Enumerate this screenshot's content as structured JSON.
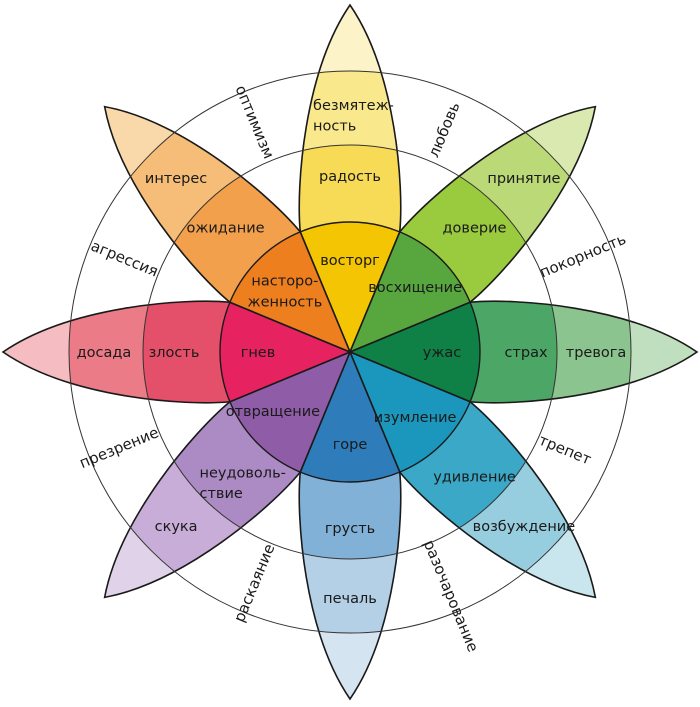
{
  "wheel": {
    "background": "#ffffff",
    "outline_color": "#1a1a1a",
    "ring_color": "#333333",
    "label_color": "#1a1a1a",
    "petals": [
      {
        "name": "joy",
        "angle": 0,
        "labels": {
          "inner": [
            "восторг"
          ],
          "middle": [
            "радость"
          ],
          "outer": [
            "безмятеж-",
            "ность"
          ]
        },
        "colors": {
          "inner": "#F3C502",
          "middle": "#F7DB56",
          "outer": "#FAE98C",
          "tip": "#FCF4C8"
        }
      },
      {
        "name": "trust",
        "angle": 45,
        "labels": {
          "inner": [
            "восхищение"
          ],
          "middle": [
            "доверие"
          ],
          "outer": [
            "принятие"
          ]
        },
        "colors": {
          "inner": "#58A73E",
          "middle": "#9ACA3E",
          "outer": "#BCD977",
          "tip": "#DAE9B0"
        }
      },
      {
        "name": "fear",
        "angle": 90,
        "labels": {
          "inner": [
            "ужас"
          ],
          "middle": [
            "страх"
          ],
          "outer": [
            "тревога"
          ]
        },
        "colors": {
          "inner": "#0F8147",
          "middle": "#4CA767",
          "outer": "#8BC48E",
          "tip": "#C0DFBE"
        }
      },
      {
        "name": "surprise",
        "angle": 135,
        "labels": {
          "inner": [
            "изумление"
          ],
          "middle": [
            "удивление"
          ],
          "outer": [
            "возбуждение"
          ]
        },
        "colors": {
          "inner": "#1B97BE",
          "middle": "#3BA8C8",
          "outer": "#97CEDF",
          "tip": "#C9E5EE"
        }
      },
      {
        "name": "sadness",
        "angle": 180,
        "labels": {
          "inner": [
            "горе"
          ],
          "middle": [
            "грусть"
          ],
          "outer": [
            "печаль"
          ]
        },
        "colors": {
          "inner": "#2E7CBA",
          "middle": "#82B1D8",
          "outer": "#B3D0E7",
          "tip": "#D5E4F1"
        }
      },
      {
        "name": "disgust",
        "angle": 225,
        "labels": {
          "inner": [
            "отвращение"
          ],
          "middle": [
            "неудоволь-",
            "ствие"
          ],
          "outer": [
            "скука"
          ]
        },
        "colors": {
          "inner": "#8F5DA8",
          "middle": "#AC8BC5",
          "outer": "#C7ADD7",
          "tip": "#E0D3E9"
        }
      },
      {
        "name": "anger",
        "angle": 270,
        "labels": {
          "inner": [
            "гнев"
          ],
          "middle": [
            "злость"
          ],
          "outer": [
            "досада"
          ]
        },
        "colors": {
          "inner": "#E62360",
          "middle": "#E4506A",
          "outer": "#EA7B87",
          "tip": "#F5BDC1"
        }
      },
      {
        "name": "anticipation",
        "angle": 315,
        "labels": {
          "inner": [
            "насторо-",
            "женность"
          ],
          "middle": [
            "ожидание"
          ],
          "outer": [
            "интерес"
          ]
        },
        "colors": {
          "inner": "#EE7F1E",
          "middle": "#F2A04C",
          "outer": "#F6BD78",
          "tip": "#F9D8A9"
        }
      }
    ],
    "dyads": [
      {
        "label": "любовь",
        "angle": 22.5
      },
      {
        "label": "покорность",
        "angle": 67.5
      },
      {
        "label": "трепет",
        "angle": 112.5
      },
      {
        "label": "разочарование",
        "angle": 157.5
      },
      {
        "label": "раскаяние",
        "angle": 202.5
      },
      {
        "label": "презрение",
        "angle": 247.5
      },
      {
        "label": "агрессия",
        "angle": 292.5
      },
      {
        "label": "оптимизм",
        "angle": 337.5
      }
    ]
  }
}
